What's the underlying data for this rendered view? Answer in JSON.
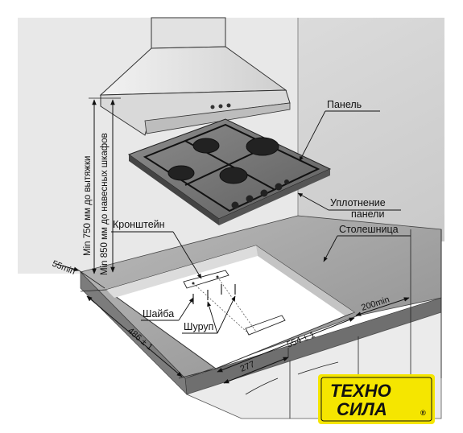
{
  "labels": {
    "panel": "Панель",
    "seal_line1": "Уплотнение",
    "seal_line2": "панели",
    "countertop": "Столешница",
    "bracket": "Кронштейн",
    "washer": "Шайба",
    "screw": "Шуруп",
    "hood_distance": "Min 750 мм до вытяжки",
    "cabinet_distance": "Min 850 мм до навесных шкафов"
  },
  "dimensions": {
    "edge_margin": "55min",
    "side_margin": "200min",
    "depth": "486 ± 1",
    "width": "554 ± 1",
    "half_width": "277"
  },
  "logo": {
    "line1": "ТЕХНО",
    "line2": "СИЛА",
    "mark": "®",
    "colors": {
      "background": "#f5e600",
      "text": "#111111"
    }
  }
}
